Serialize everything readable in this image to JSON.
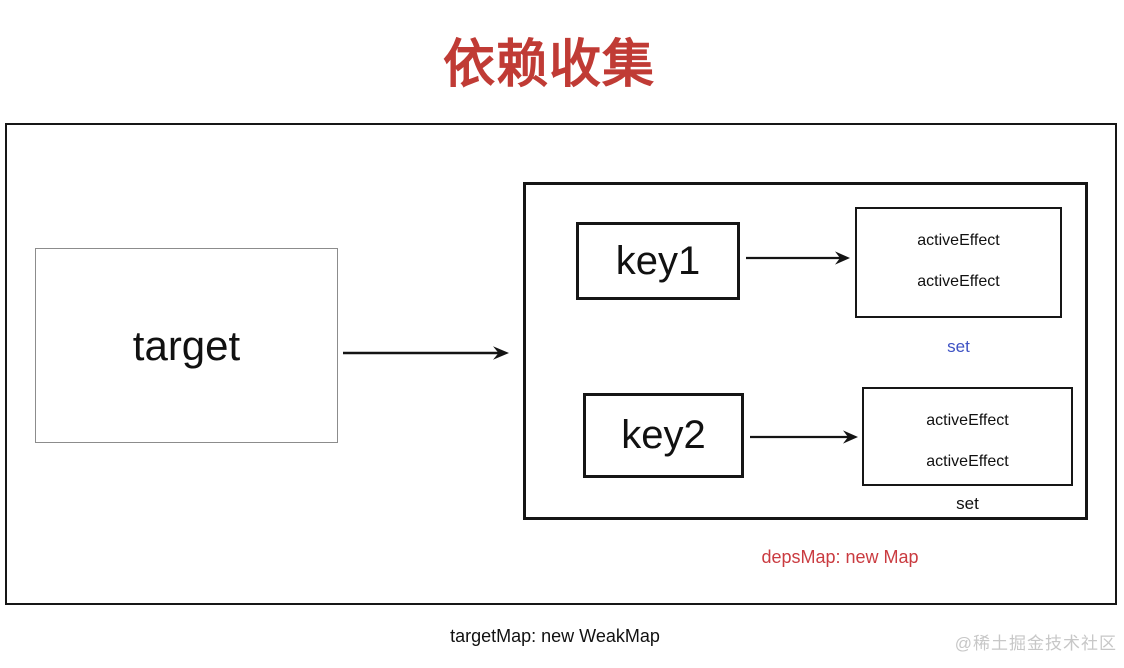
{
  "title": "依赖收集",
  "colors": {
    "title_red": "#c03b35",
    "label_red": "#ca3b40",
    "set_blue": "#3e52c4",
    "watermark_gray": "#c7c7c7",
    "line_black": "#161616",
    "target_border_gray": "#8c8c8c"
  },
  "diagram": {
    "target_label": "target",
    "outer_caption": "targetMap: new WeakMap",
    "deps_caption": "depsMap: new Map",
    "rows": [
      {
        "key_label": "key1",
        "effects": [
          "activeEffect",
          "activeEffect"
        ],
        "set_label": "set"
      },
      {
        "key_label": "key2",
        "effects": [
          "activeEffect",
          "activeEffect"
        ],
        "set_label": "set"
      }
    ]
  },
  "watermark": "@稀土掘金技术社区"
}
